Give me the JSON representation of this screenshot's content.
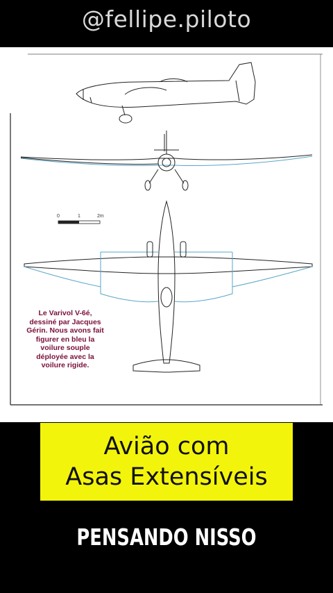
{
  "watermark": "@fellipe.piloto",
  "drawing": {
    "scale_labels": [
      "0",
      "1",
      "2m"
    ],
    "caption": "Le Varivol V-6é,\ndessiné par Jacques\nGérin. Nous avons fait\nfigurer en bleu la\nvoilure souple\ndéployée avec la\nvoilure rigide."
  },
  "title": {
    "line1": "Avião com",
    "line2": "Asas Extensíveis"
  },
  "footer_text": "PENSANDO NISSO",
  "colors": {
    "background": "#000000",
    "highlight": "#f3f40c",
    "caption": "#7a0f3a",
    "extended_wing": "#5aa6c8"
  }
}
